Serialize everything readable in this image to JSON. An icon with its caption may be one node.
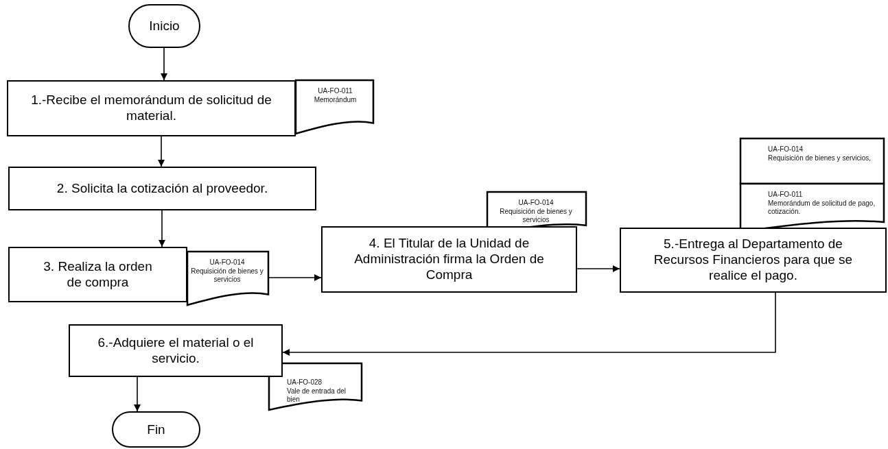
{
  "diagram": {
    "nodes": [
      {
        "text": [
          "Inicio"
        ]
      },
      {
        "text": [
          "1.-Recibe el memorándum de solicitud de material."
        ]
      },
      {
        "text": [
          "UA-FO-011",
          "Memorándum"
        ]
      },
      {
        "text": [
          "2. Solicita la cotización al proveedor."
        ]
      },
      {
        "text": [
          "3. Realiza la orden de compra"
        ]
      },
      {
        "text": [
          "UA-FO-014",
          "Requisición de bienes y servicios"
        ]
      },
      {
        "text": [
          "UA-FO-014",
          "Requisición de bienes y servicios"
        ]
      },
      {
        "text": [
          "4. El Titular de la Unidad de Administración firma la Orden de Compra"
        ]
      },
      {
        "text": [
          "UA-FO-014",
          "Requisición de bienes y servicios,"
        ]
      },
      {
        "text": [
          "UA-FO-011",
          "Memorándum de solicitud de pago, cotización."
        ]
      },
      {
        "text": [
          "5.-Entrega al Departamento de Recursos Financieros para que se realice el pago."
        ]
      },
      {
        "text": [
          "6.-Adquiere el material o el servicio."
        ]
      },
      {
        "text": [
          "UA-FO-028",
          "Vale de entrada del bien"
        ]
      },
      {
        "text": [
          "Fin"
        ]
      }
    ],
    "edges": [
      {
        "from": 0,
        "to": 1,
        "arrow": "to"
      },
      {
        "from": 1,
        "to": 3,
        "arrow": "to"
      },
      {
        "from": 3,
        "to": 4,
        "arrow": "to"
      },
      {
        "from": 5,
        "to": 7,
        "arrow": "to"
      },
      {
        "from": 7,
        "to": 10,
        "arrow": "to"
      },
      {
        "from": 10,
        "to": 11,
        "arrow": "to"
      },
      {
        "from": 11,
        "to": 13,
        "arrow": "to"
      }
    ]
  }
}
